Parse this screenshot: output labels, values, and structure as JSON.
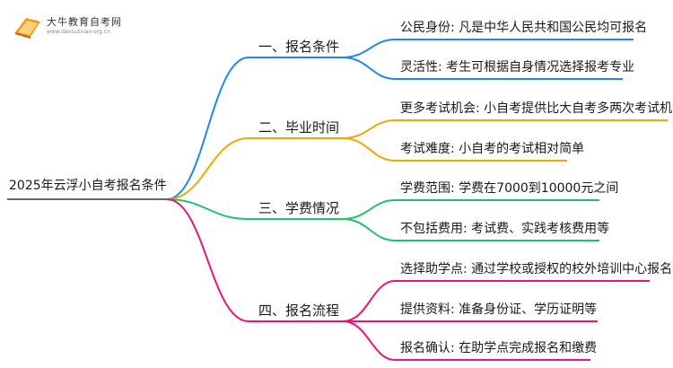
{
  "logo": {
    "name": "大牛教育自考网",
    "url": "www.daniuzixiao.org.cn"
  },
  "root": "2025年云浮小自考报名条件",
  "colors": {
    "root_line": "#333333",
    "b1": "#1e87f0",
    "b2": "#f0a800",
    "b3": "#1fc26b",
    "b4": "#e8157a"
  },
  "branches": [
    {
      "label": "一、报名条件",
      "leaves": [
        "公民身份: 凡是中华人民共和国公民均可报名",
        "灵活性: 考生可根据自身情况选择报考专业"
      ]
    },
    {
      "label": "二、毕业时间",
      "leaves": [
        "更多考试机会: 小自考提供比大自考多两次考试机会",
        "考试难度: 小自考的考试相对简单"
      ]
    },
    {
      "label": "三、学费情况",
      "leaves": [
        "学费范围: 学费在7000到10000元之间",
        "不包括费用: 考试费、实践考核费用等"
      ]
    },
    {
      "label": "四、报名流程",
      "leaves": [
        "选择助学点: 通过学校或授权的校外培训中心报名",
        "提供资料: 准备身份证、学历证明等",
        "报名确认: 在助学点完成报名和缴费"
      ]
    }
  ]
}
